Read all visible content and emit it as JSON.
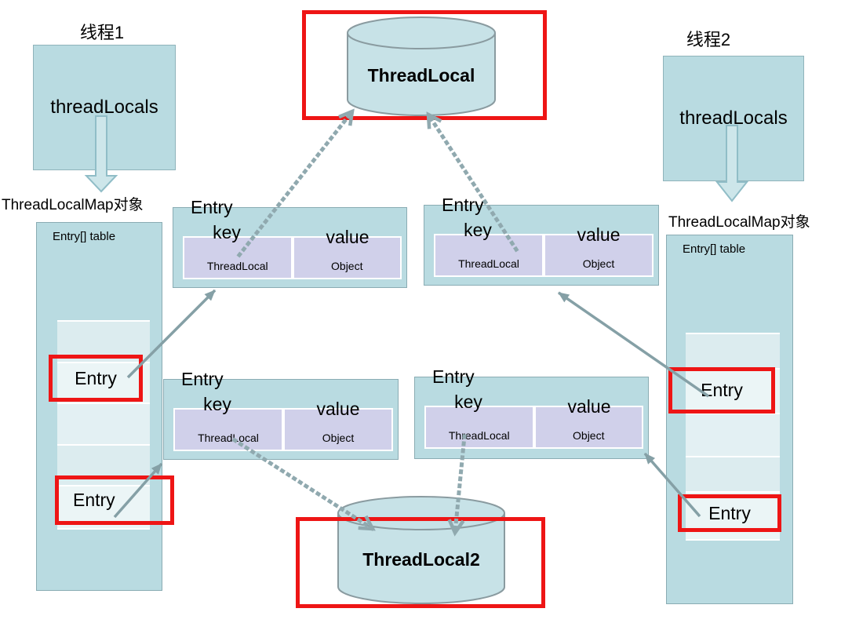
{
  "thread1": {
    "title": "线程1",
    "field": "threadLocals",
    "map_title": "ThreadLocalMap对象",
    "array_label": "Entry[] table",
    "entry1": "Entry",
    "entry2": "Entry"
  },
  "thread2": {
    "title": "线程2",
    "field": "threadLocals",
    "map_title": "ThreadLocalMap对象",
    "array_label": "Entry[] table",
    "entry1": "Entry",
    "entry2": "Entry"
  },
  "heap": {
    "threadlocal1": "ThreadLocal",
    "threadlocal2": "ThreadLocal2"
  },
  "tables": {
    "top_left": {
      "label": "Entry",
      "key_header": "key",
      "value_header": "value",
      "key_cell": "ThreadLocal",
      "value_cell": "Object"
    },
    "top_right": {
      "label": "Entry",
      "key_header": "key",
      "value_header": "value",
      "key_cell": "ThreadLocal",
      "value_cell": "Object"
    },
    "bottom_left": {
      "label": "Entry",
      "key_header": "key",
      "value_header": "value",
      "key_cell": "ThreadLocal",
      "value_cell": "Object"
    },
    "bottom_right": {
      "label": "Entry",
      "key_header": "key",
      "value_header": "value",
      "key_cell": "ThreadLocal",
      "value_cell": "Object"
    }
  },
  "colors": {
    "teal_fill": "#b9dbe1",
    "teal_border": "#8aacb3",
    "lavender_cell": "#d0d0ea",
    "highlight_red": "#ee1515",
    "arrow_gray": "#85a0a6",
    "dotted_gray": "#90a9af",
    "cylinder_fill": "#c7e2e7",
    "cylinder_stroke": "#8a9ba0"
  }
}
